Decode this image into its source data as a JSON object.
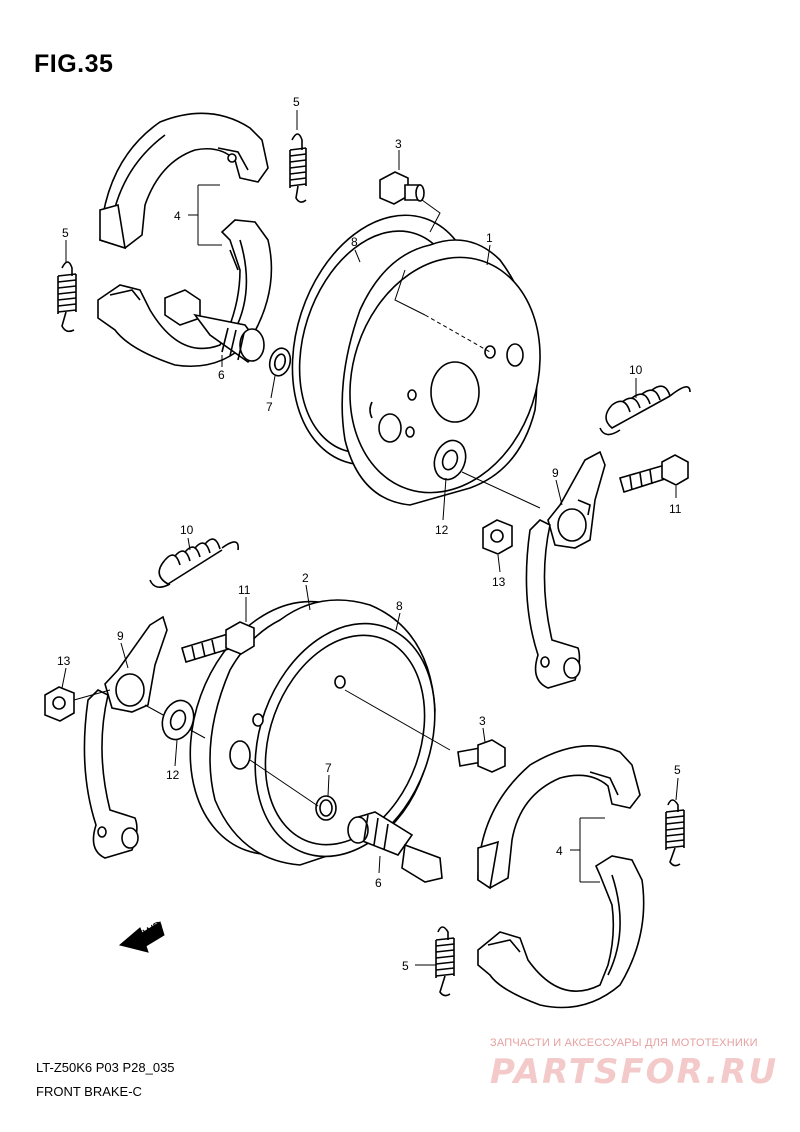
{
  "figure": {
    "title": "FIG.35",
    "code": "LT-Z50K6 P03 P28_035",
    "name": "FRONT BRAKE-C"
  },
  "labels": {
    "l1": "1",
    "l2": "2",
    "l3a": "3",
    "l3b": "3",
    "l4a": "4",
    "l4b": "4",
    "l5a": "5",
    "l5b": "5",
    "l5c": "5",
    "l5d": "5",
    "l6a": "6",
    "l6b": "6",
    "l7a": "7",
    "l7b": "7",
    "l8a": "8",
    "l8b": "8",
    "l9a": "9",
    "l9b": "9",
    "l10a": "10",
    "l10b": "10",
    "l11a": "11",
    "l11b": "11",
    "l12a": "12",
    "l12b": "12",
    "l13a": "13",
    "l13b": "13",
    "fwd": "FWD"
  },
  "watermark": {
    "tagline": "ЗАПЧАСТИ И АКСЕССУАРЫ ДЛЯ МОТОТЕХНИКИ",
    "logo": "PARTSFOR.RU"
  }
}
